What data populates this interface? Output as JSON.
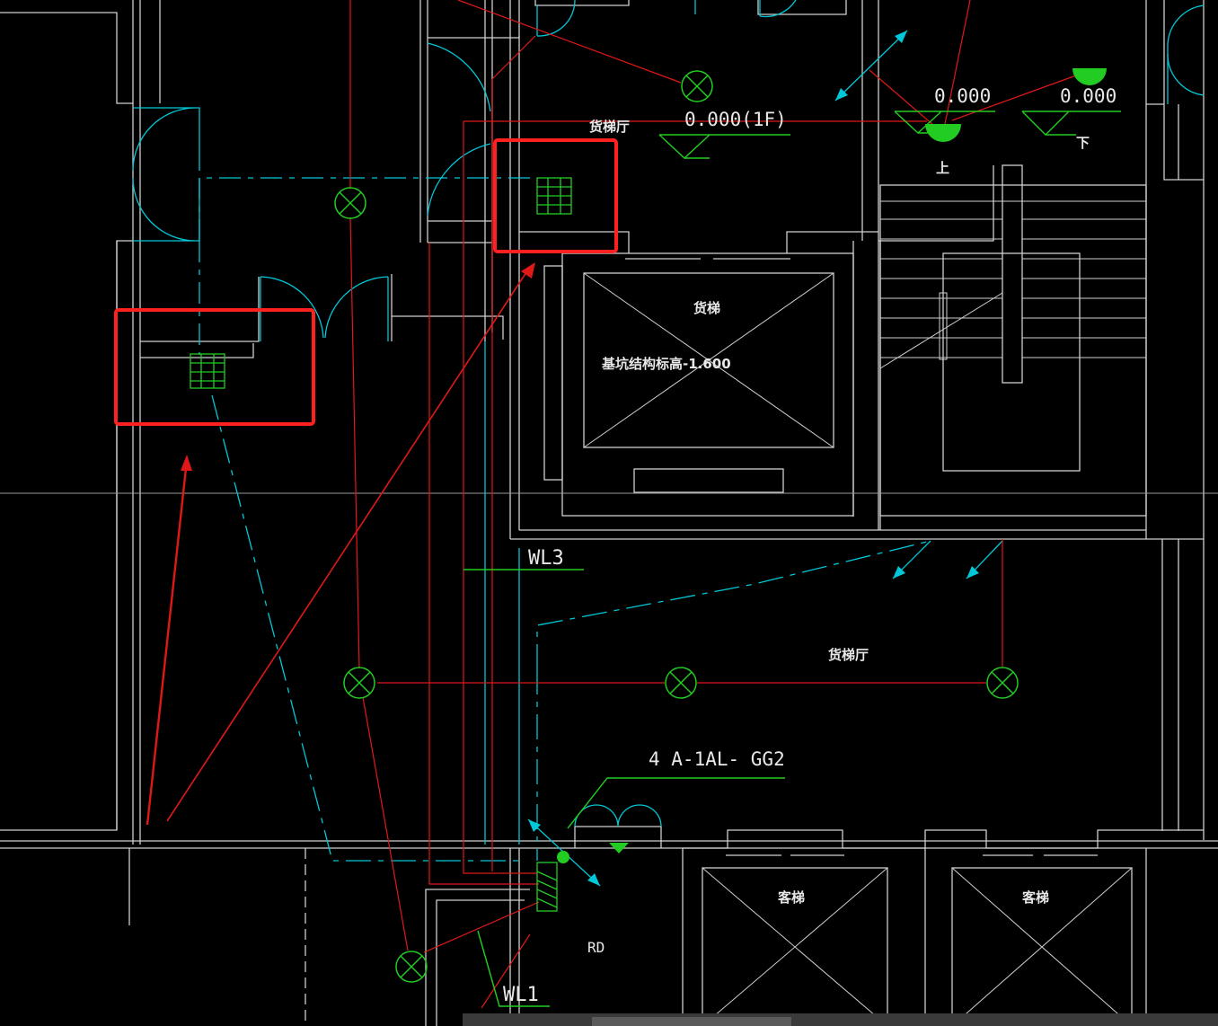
{
  "drawing": {
    "labels": {
      "freight_hall_top": "货梯厅",
      "level_1f": "0.000(1F)",
      "level_a": "0.000",
      "level_b": "0.000",
      "stair_up": "上",
      "stair_down": "下",
      "freight_elevator": "货梯",
      "pit_elevation": "基坑结构标高-1.600",
      "circuit_wl3": "WL3",
      "freight_hall_bottom": "货梯厅",
      "panel_tag": "4 A-1AL- GG2",
      "shaft_rd": "RD",
      "passenger_elevator_1": "客梯",
      "passenger_elevator_2": "客梯",
      "circuit_wl1": "WL1"
    }
  }
}
